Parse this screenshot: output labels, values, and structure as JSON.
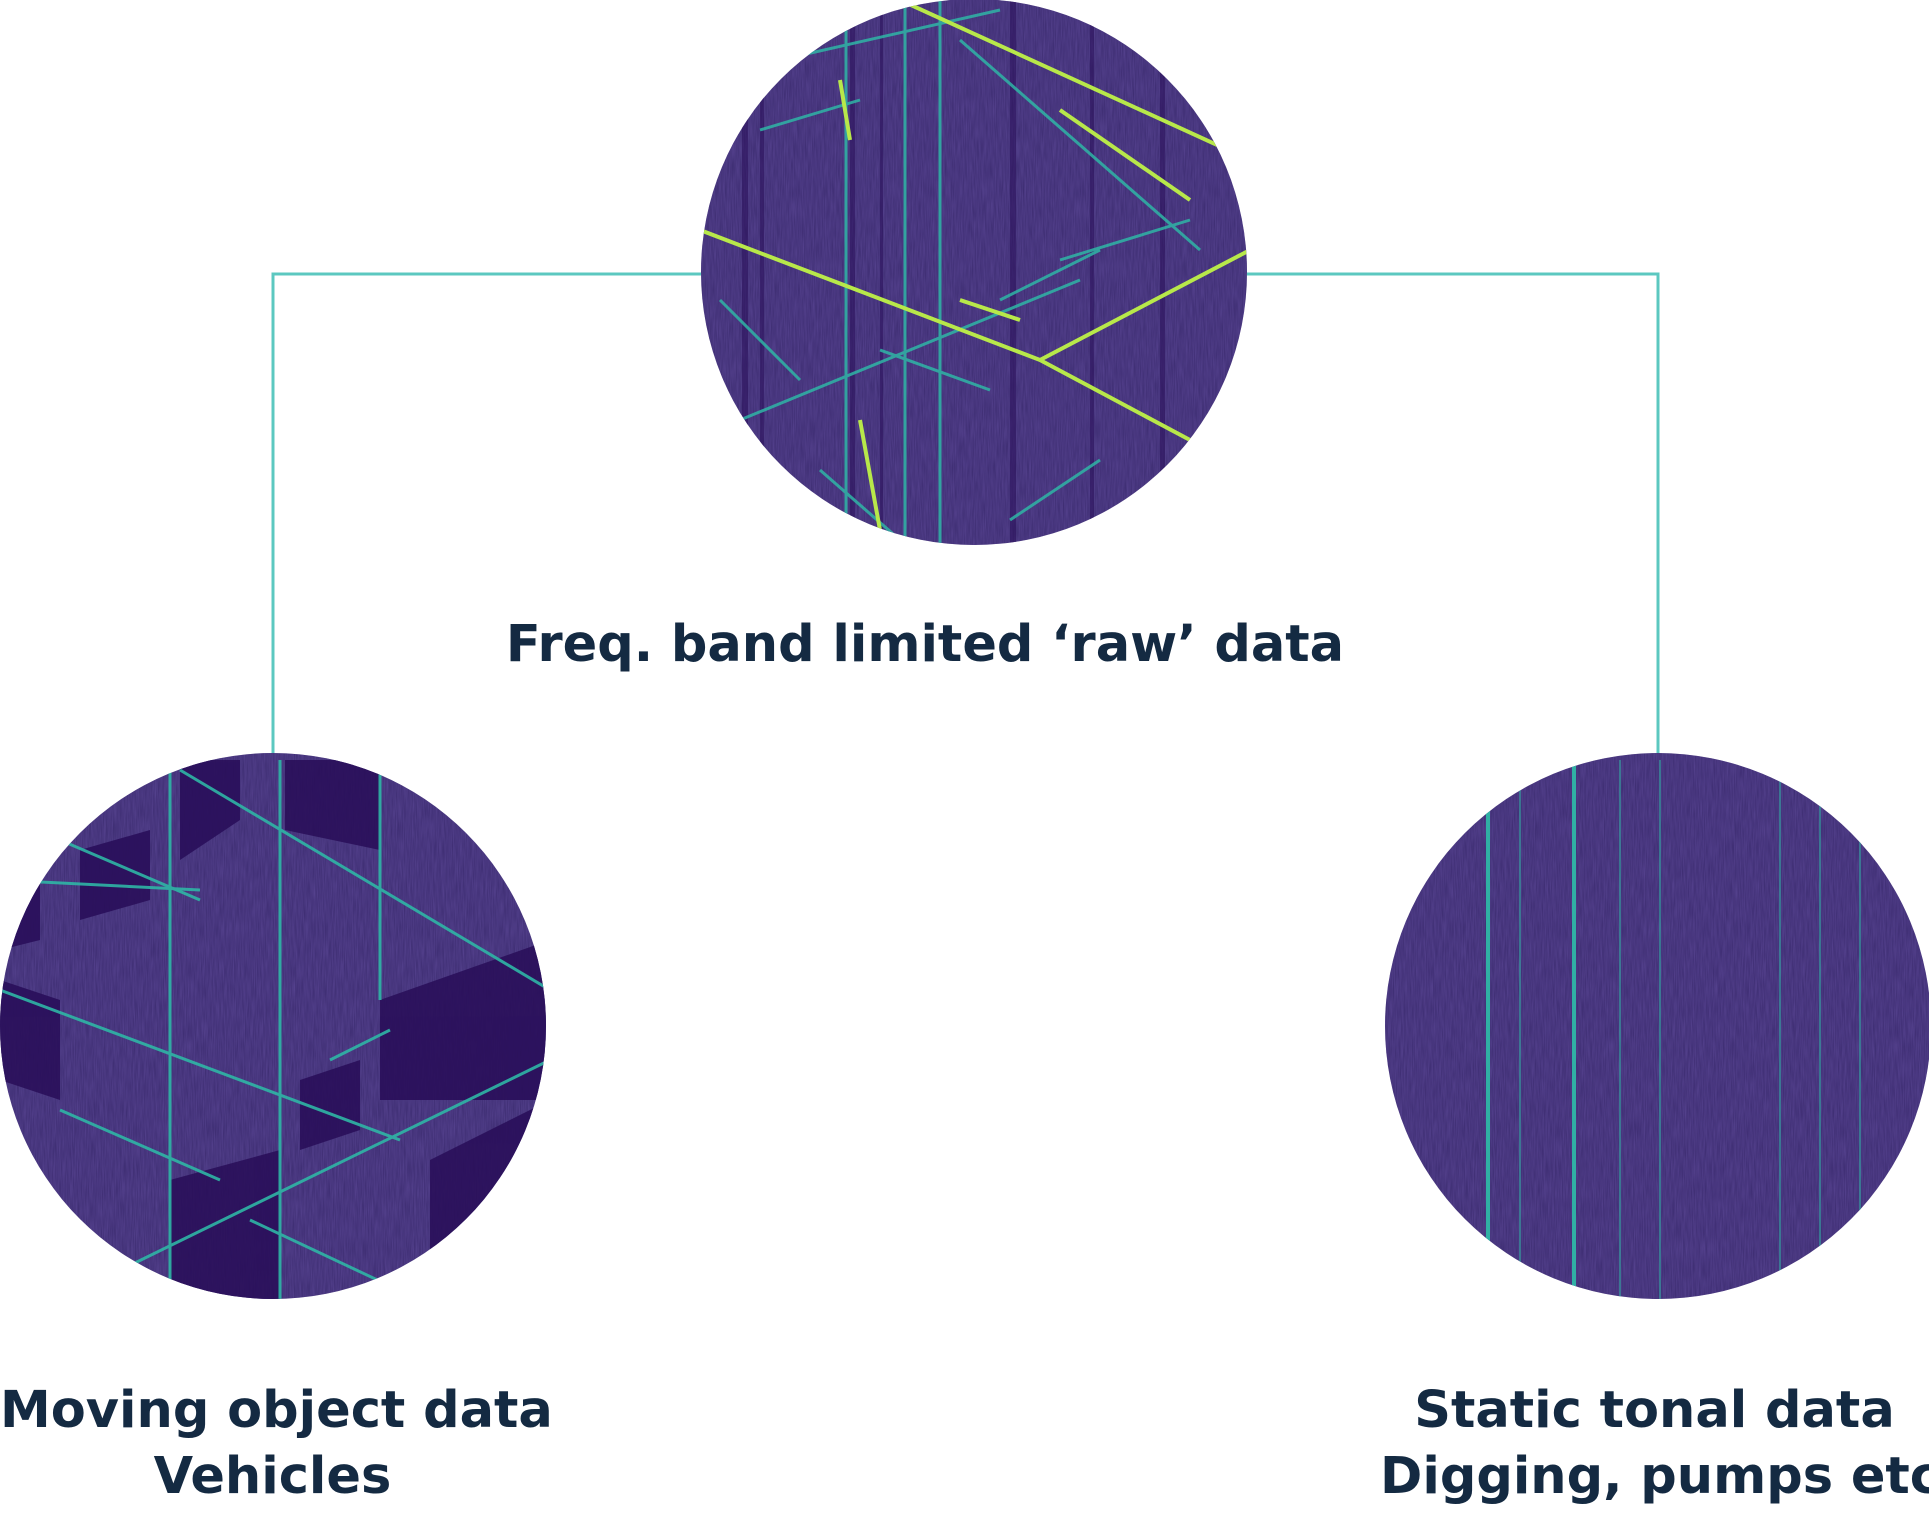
{
  "colors": {
    "connector": "#5cc8c0",
    "text": "#142a42",
    "spectrogram_bg": "#3a2a6e",
    "spectrogram_dark": "#2a0f5a",
    "spectrogram_bright": "#b8e84a",
    "spectrogram_mid": "#2fb6a6"
  },
  "nodes": {
    "top": {
      "label": "Freq. band limited ‘raw’ data",
      "image": "spectrogram-raw"
    },
    "left": {
      "line1": "Moving object data",
      "line2": "Vehicles",
      "image": "spectrogram-moving"
    },
    "right": {
      "line1": "Static tonal data",
      "line2": "Digging, pumps etc",
      "image": "spectrogram-static"
    }
  }
}
